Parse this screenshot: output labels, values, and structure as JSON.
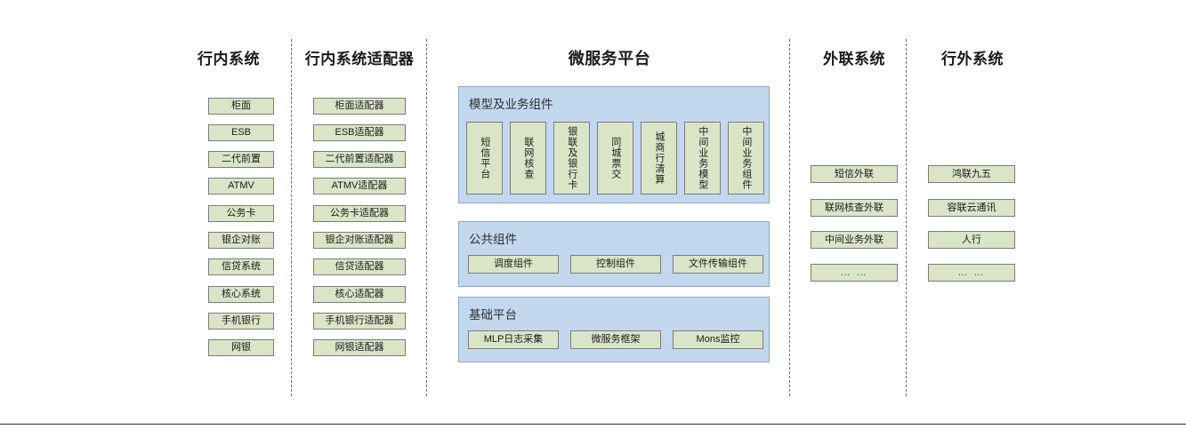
{
  "columns": [
    {
      "title": "行内系统",
      "items": [
        "柜面",
        "ESB",
        "二代前置",
        "ATMV",
        "公务卡",
        "银企对账",
        "信贷系统",
        "核心系统",
        "手机银行",
        "网银"
      ]
    },
    {
      "title": "行内系统适配器",
      "items": [
        "柜面适配器",
        "ESB适配器",
        "二代前置适配器",
        "ATMV适配器",
        "公务卡适配器",
        "银企对账适配器",
        "信贷适配器",
        "核心适配器",
        "手机银行适配器",
        "网银适配器"
      ]
    },
    {
      "title": "微服务平台",
      "panels": [
        {
          "title": "模型及业务组件",
          "items": [
            "短信平台",
            "联网核查",
            "银联及银行卡",
            "同城票交",
            "城商行清算",
            "中间业务模型",
            "中间业务组件"
          ]
        },
        {
          "title": "公共组件",
          "items": [
            "调度组件",
            "控制组件",
            "文件传输组件"
          ]
        },
        {
          "title": "基础平台",
          "items": [
            "MLP日志采集",
            "微服务框架",
            "Mons监控"
          ]
        }
      ]
    },
    {
      "title": "外联系统",
      "items": [
        "短信外联",
        "联网核查外联",
        "中间业务外联",
        "… …"
      ]
    },
    {
      "title": "行外系统",
      "items": [
        "鸿联九五",
        "容联云通讯",
        "人行",
        "… …"
      ]
    }
  ],
  "colors": {
    "node_fill": "#dae5c8",
    "node_border": "#7b7b7b",
    "panel_fill": "#c3d8ef",
    "panel_border": "#8fa8c4",
    "divider": "#6b6b6b",
    "text": "#1a1a1a"
  }
}
